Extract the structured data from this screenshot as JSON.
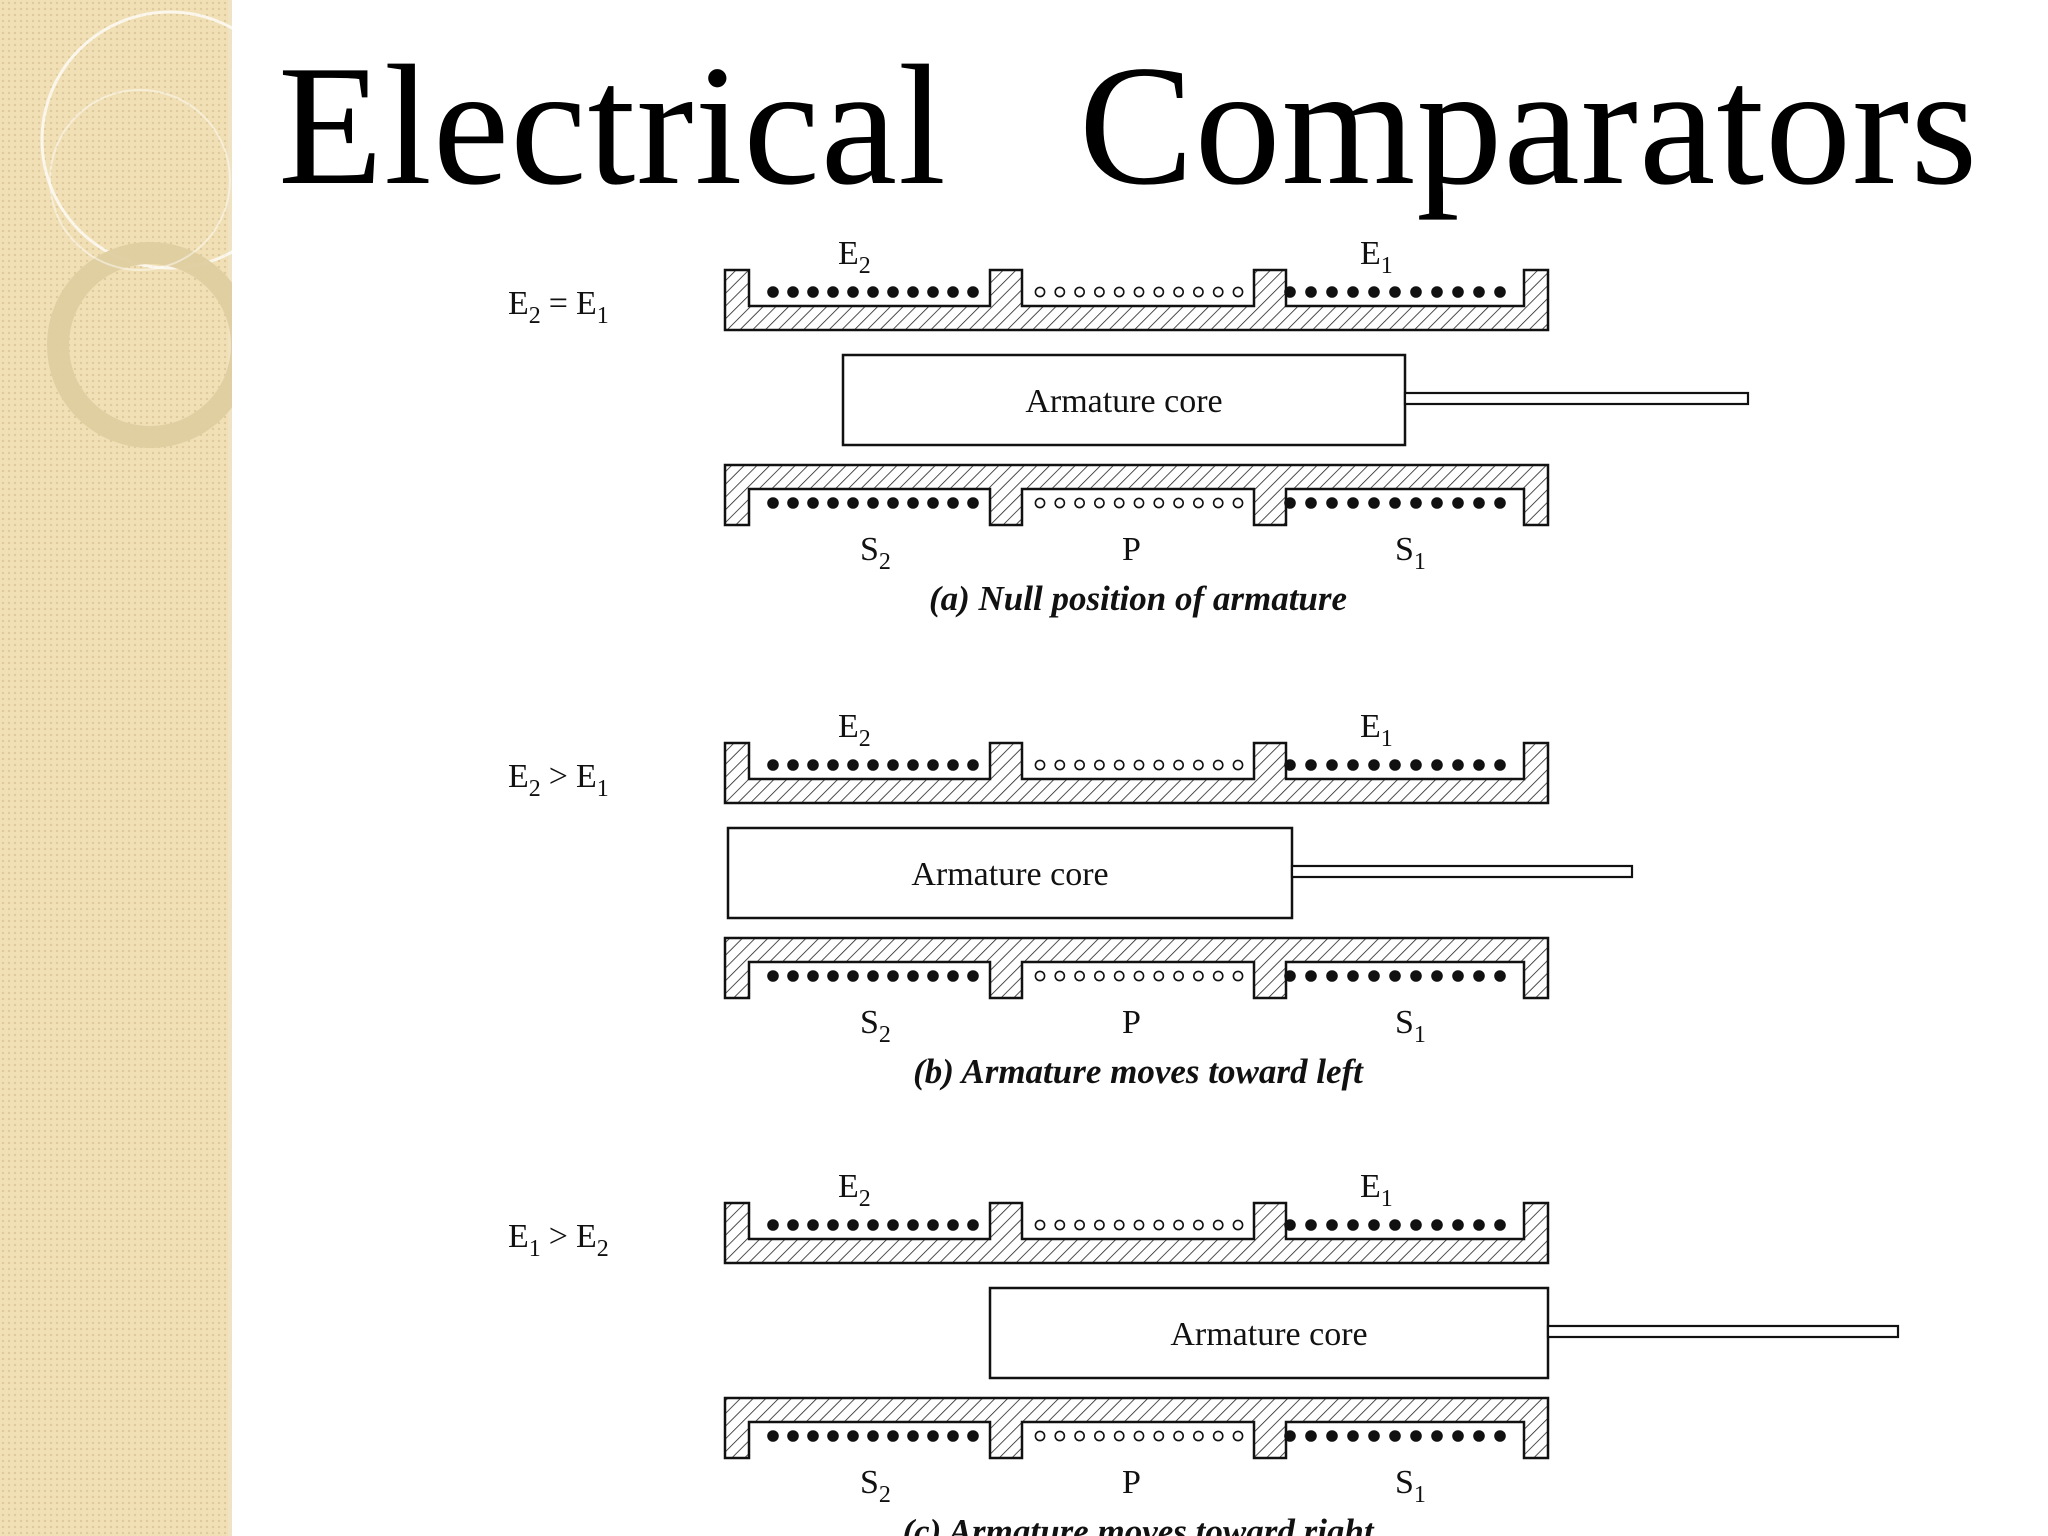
{
  "slide": {
    "title": "Electrical   Comparators",
    "accent_color": "#f1e0b6"
  },
  "panels": [
    {
      "condition": {
        "a": "E",
        "a_sub": "2",
        "op": "=",
        "b": "E",
        "b_sub": "1"
      },
      "caption": "(a) Null position of armature",
      "armature_label": "Armature core",
      "armature_position": "center",
      "coil_labels": {
        "top_left": "E",
        "top_left_sub": "2",
        "top_right": "E",
        "top_right_sub": "1",
        "bottom_left": "S",
        "bottom_left_sub": "2",
        "bottom_middle": "P",
        "bottom_right": "S",
        "bottom_right_sub": "1"
      }
    },
    {
      "condition": {
        "a": "E",
        "a_sub": "2",
        "op": ">",
        "b": "E",
        "b_sub": "1"
      },
      "caption": "(b) Armature moves toward left",
      "armature_label": "Armature core",
      "armature_position": "left",
      "coil_labels": {
        "top_left": "E",
        "top_left_sub": "2",
        "top_right": "E",
        "top_right_sub": "1",
        "bottom_left": "S",
        "bottom_left_sub": "2",
        "bottom_middle": "P",
        "bottom_right": "S",
        "bottom_right_sub": "1"
      }
    },
    {
      "condition": {
        "a": "E",
        "a_sub": "1",
        "op": ">",
        "b": "E",
        "b_sub": "2"
      },
      "caption": "(c) Armature moves toward right",
      "armature_label": "Armature core",
      "armature_position": "right",
      "coil_labels": {
        "top_left": "E",
        "top_left_sub": "2",
        "top_right": "E",
        "top_right_sub": "1",
        "bottom_left": "S",
        "bottom_left_sub": "2",
        "bottom_middle": "P",
        "bottom_right": "S",
        "bottom_right_sub": "1"
      }
    }
  ]
}
